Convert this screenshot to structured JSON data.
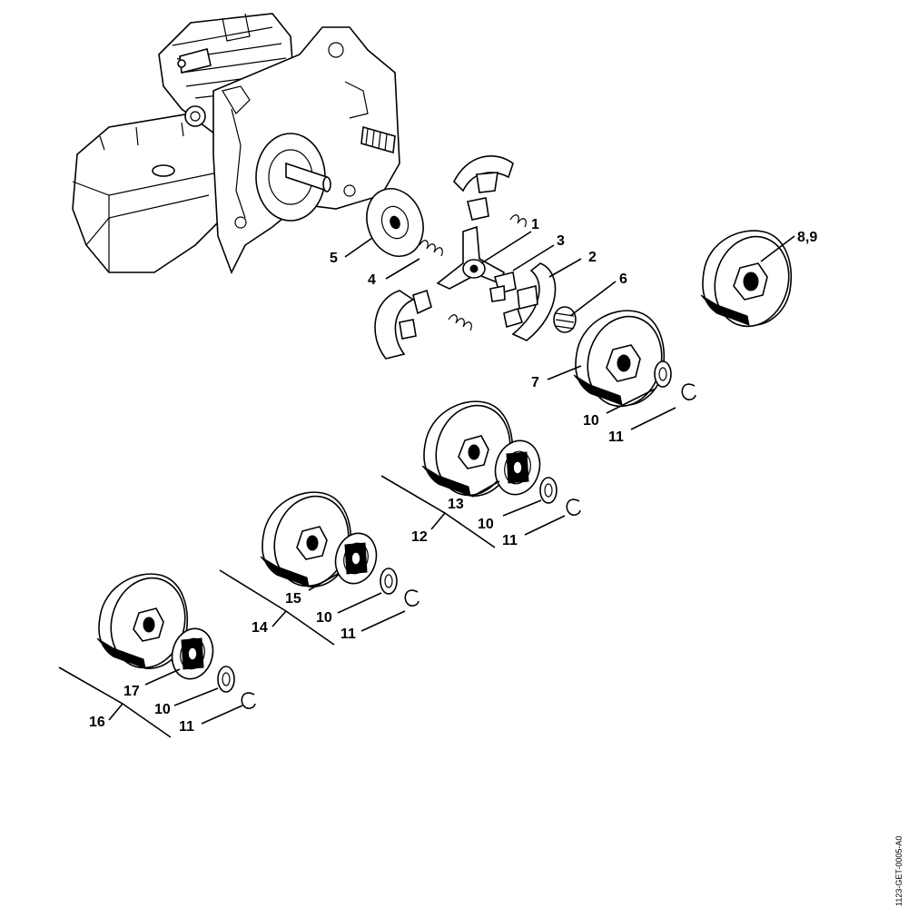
{
  "callouts": {
    "c1": "1",
    "c2": "2",
    "c3": "3",
    "c4": "4",
    "c5": "5",
    "c6": "6",
    "c7": "7",
    "c89": "8,9",
    "c10a": "10",
    "c11a": "11",
    "c12": "12",
    "c13": "13",
    "c10b": "10",
    "c11b": "11",
    "c14": "14",
    "c15": "15",
    "c10c": "10",
    "c11c": "11",
    "c16": "16",
    "c17": "17",
    "c10d": "10",
    "c11d": "11"
  },
  "reference_code": "1123-GET-0005-A0"
}
